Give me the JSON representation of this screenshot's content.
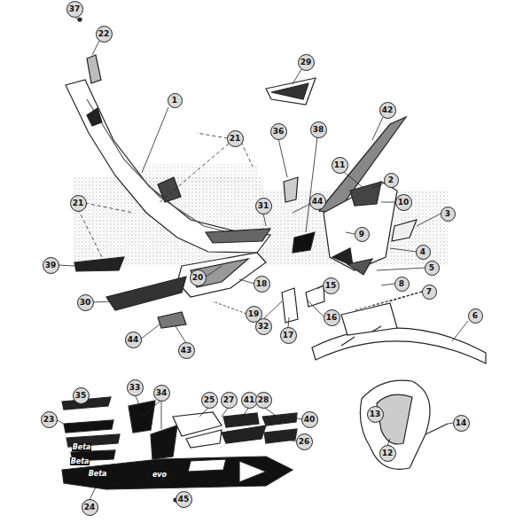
{
  "diagram": {
    "nodes": [
      {
        "text": [
          "37"
        ]
      },
      {
        "text": [
          "22"
        ]
      },
      {
        "text": [
          "29"
        ]
      },
      {
        "text": [
          "1"
        ]
      },
      {
        "text": [
          "42"
        ]
      },
      {
        "text": [
          "21"
        ]
      },
      {
        "text": [
          "36"
        ]
      },
      {
        "text": [
          "38"
        ]
      },
      {
        "text": [
          "11"
        ]
      },
      {
        "text": [
          "2"
        ]
      },
      {
        "text": [
          "21"
        ]
      },
      {
        "text": [
          "10"
        ]
      },
      {
        "text": [
          "44"
        ]
      },
      {
        "text": [
          "31"
        ]
      },
      {
        "text": [
          "3"
        ]
      },
      {
        "text": [
          "9"
        ]
      },
      {
        "text": [
          "4"
        ]
      },
      {
        "text": [
          "39"
        ]
      },
      {
        "text": [
          "5"
        ]
      },
      {
        "text": [
          "20"
        ]
      },
      {
        "text": [
          "18"
        ]
      },
      {
        "text": [
          "8"
        ]
      },
      {
        "text": [
          "15"
        ]
      },
      {
        "text": [
          "7"
        ]
      },
      {
        "text": [
          "30"
        ]
      },
      {
        "text": [
          "19"
        ]
      },
      {
        "text": [
          "16"
        ]
      },
      {
        "text": [
          "6"
        ]
      },
      {
        "text": [
          "32"
        ]
      },
      {
        "text": [
          "17"
        ]
      },
      {
        "text": [
          "44"
        ]
      },
      {
        "text": [
          "43"
        ]
      },
      {
        "text": [
          "33"
        ]
      },
      {
        "text": [
          "34"
        ]
      },
      {
        "text": [
          "35"
        ]
      },
      {
        "text": [
          "25"
        ]
      },
      {
        "text": [
          "27"
        ]
      },
      {
        "text": [
          "41"
        ]
      },
      {
        "text": [
          "28"
        ]
      },
      {
        "text": [
          "13"
        ]
      },
      {
        "text": [
          "23"
        ]
      },
      {
        "text": [
          "40"
        ]
      },
      {
        "text": [
          "14"
        ]
      },
      {
        "text": [
          "26"
        ]
      },
      {
        "text": [
          "12"
        ]
      },
      {
        "text": [
          "45"
        ]
      },
      {
        "text": [
          "24"
        ]
      }
    ],
    "labels": [
      "Beta",
      "Beta",
      "evo",
      "Beta"
    ]
  }
}
